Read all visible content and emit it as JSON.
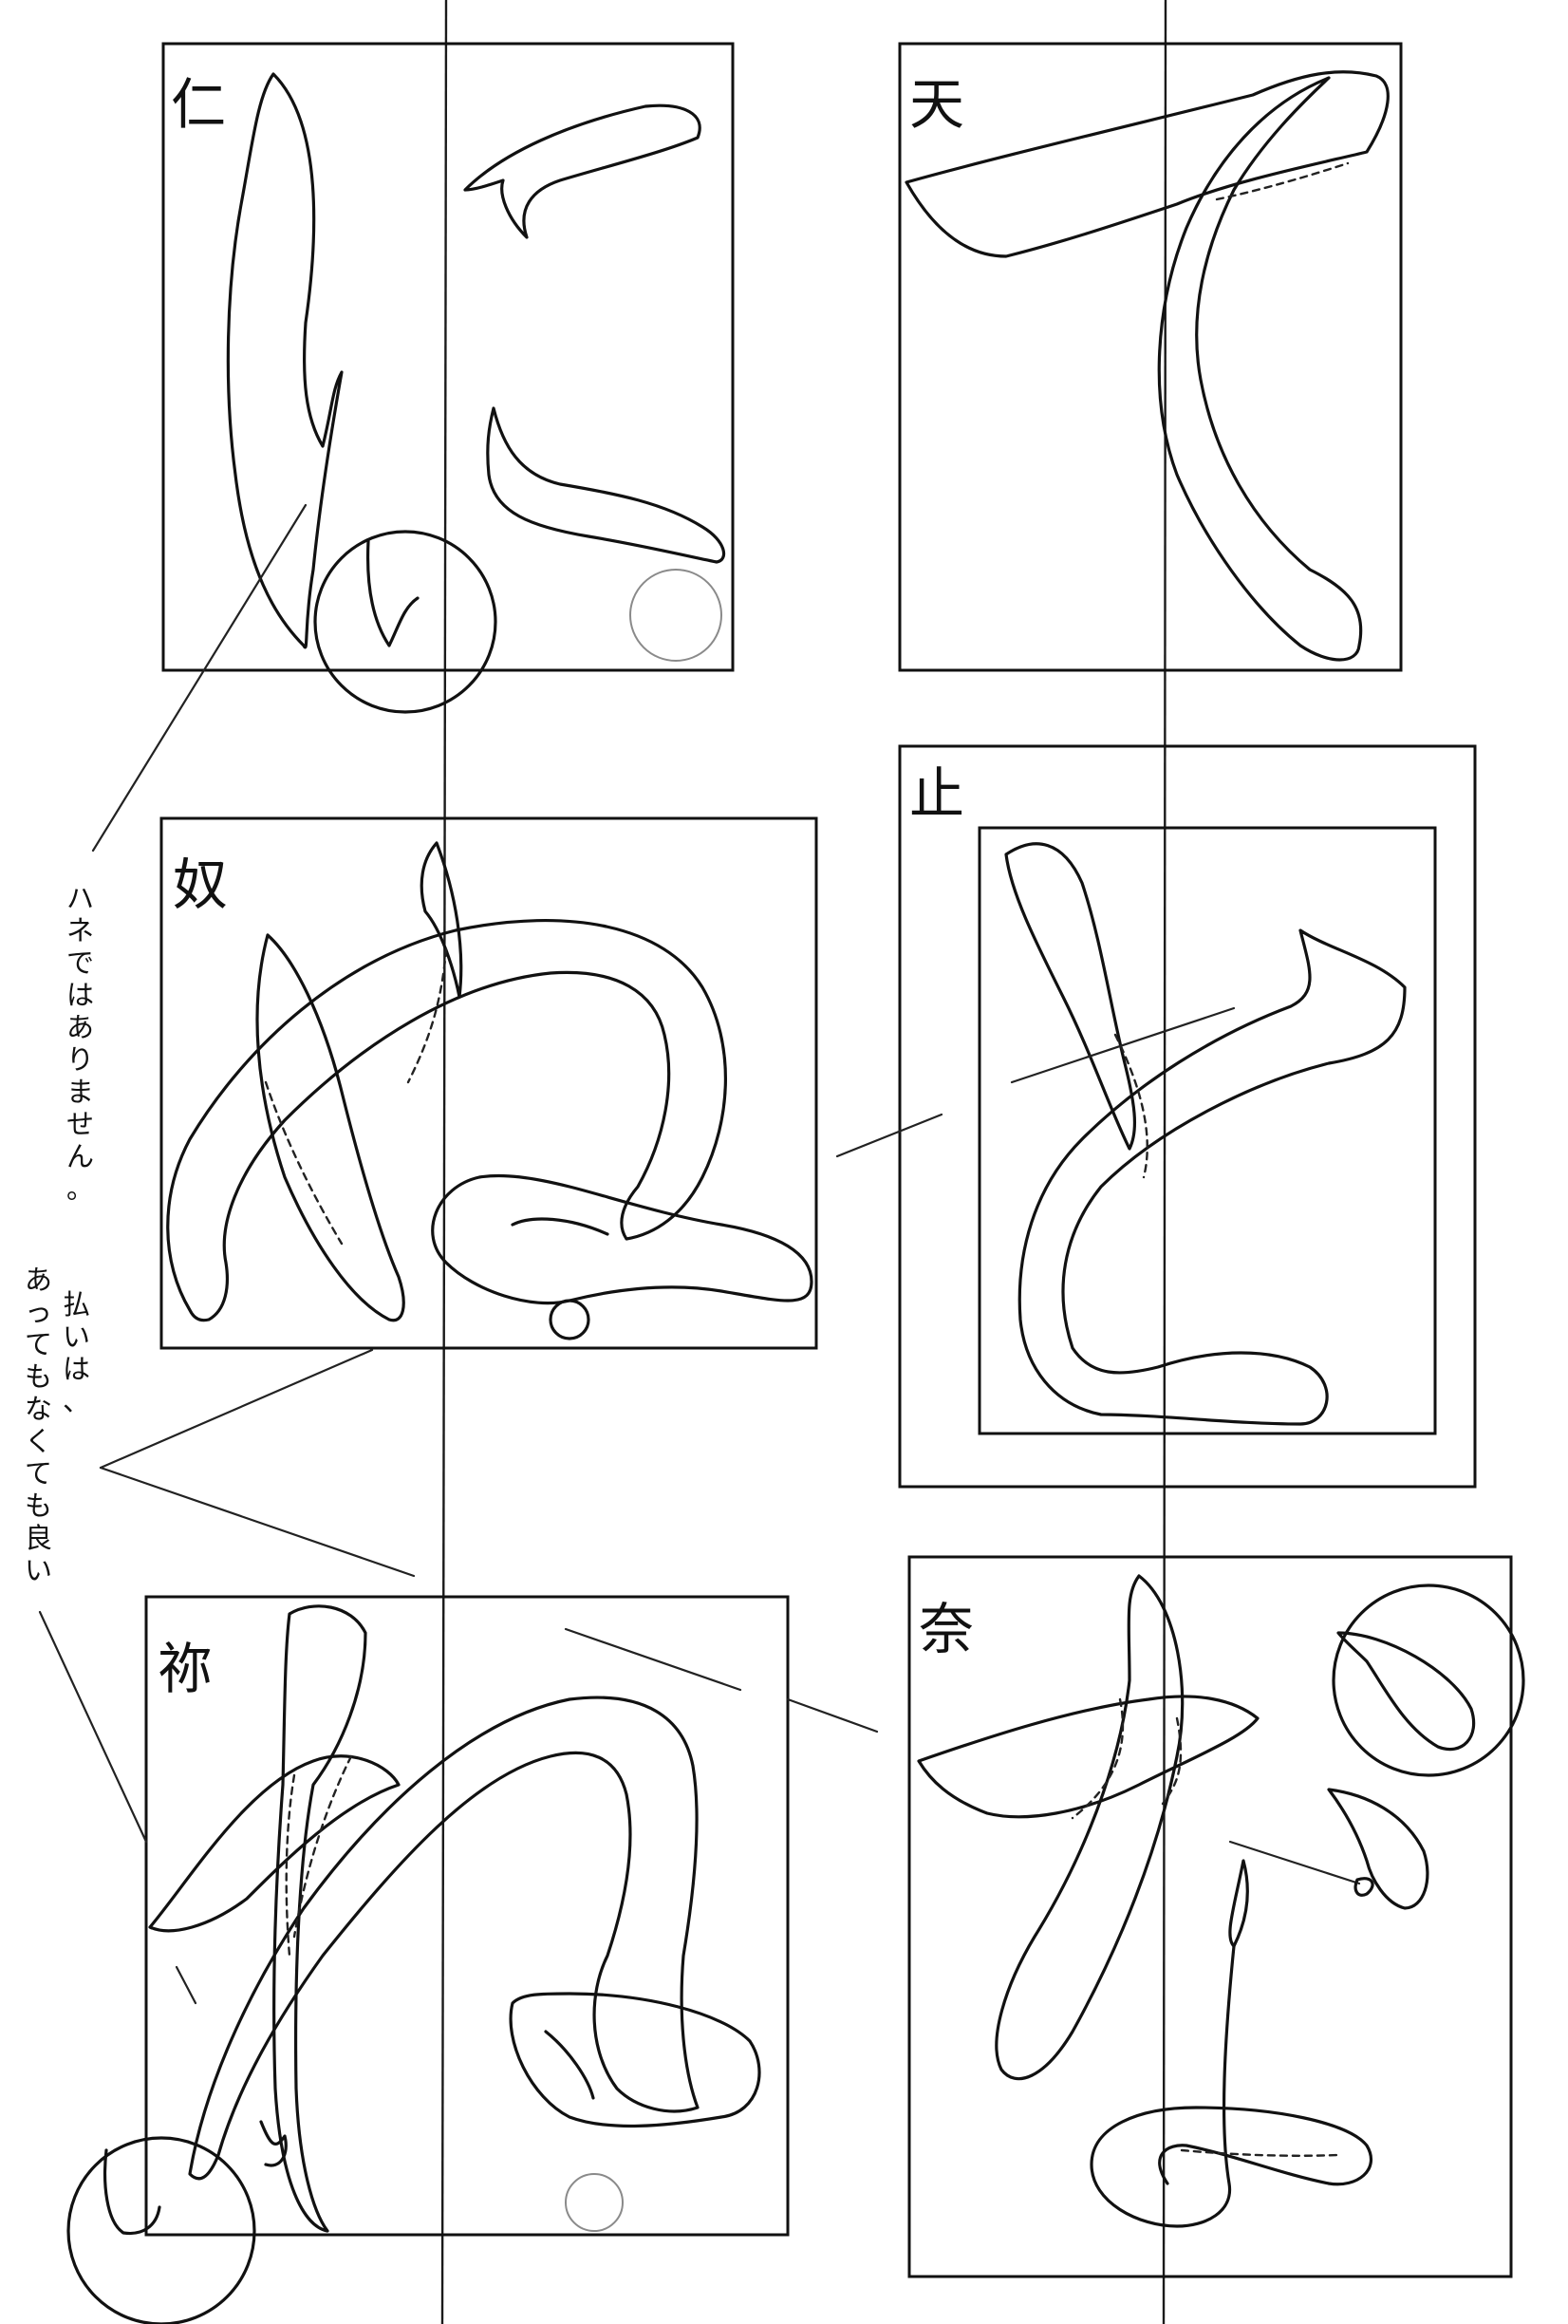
{
  "panels": [
    {
      "id": "ni",
      "kanji": "仁"
    },
    {
      "id": "te",
      "kanji": "天"
    },
    {
      "id": "nu",
      "kanji": "奴"
    },
    {
      "id": "to",
      "kanji": "止"
    },
    {
      "id": "ne",
      "kanji": "祢"
    },
    {
      "id": "na",
      "kanji": "奈"
    }
  ],
  "notes": {
    "hane": [
      "ハ",
      "ネ",
      "で",
      "は",
      "あ",
      "り",
      "ま",
      "せ",
      "ん",
      "。"
    ],
    "harai_col1": [
      "払",
      "い",
      "は",
      "、"
    ],
    "harai_col2": [
      "あ",
      "っ",
      "て",
      "も",
      "な",
      "く",
      "て",
      "も",
      "良",
      "い"
    ]
  },
  "colors": {
    "ink": "#111111",
    "paper": "#ffffff"
  }
}
